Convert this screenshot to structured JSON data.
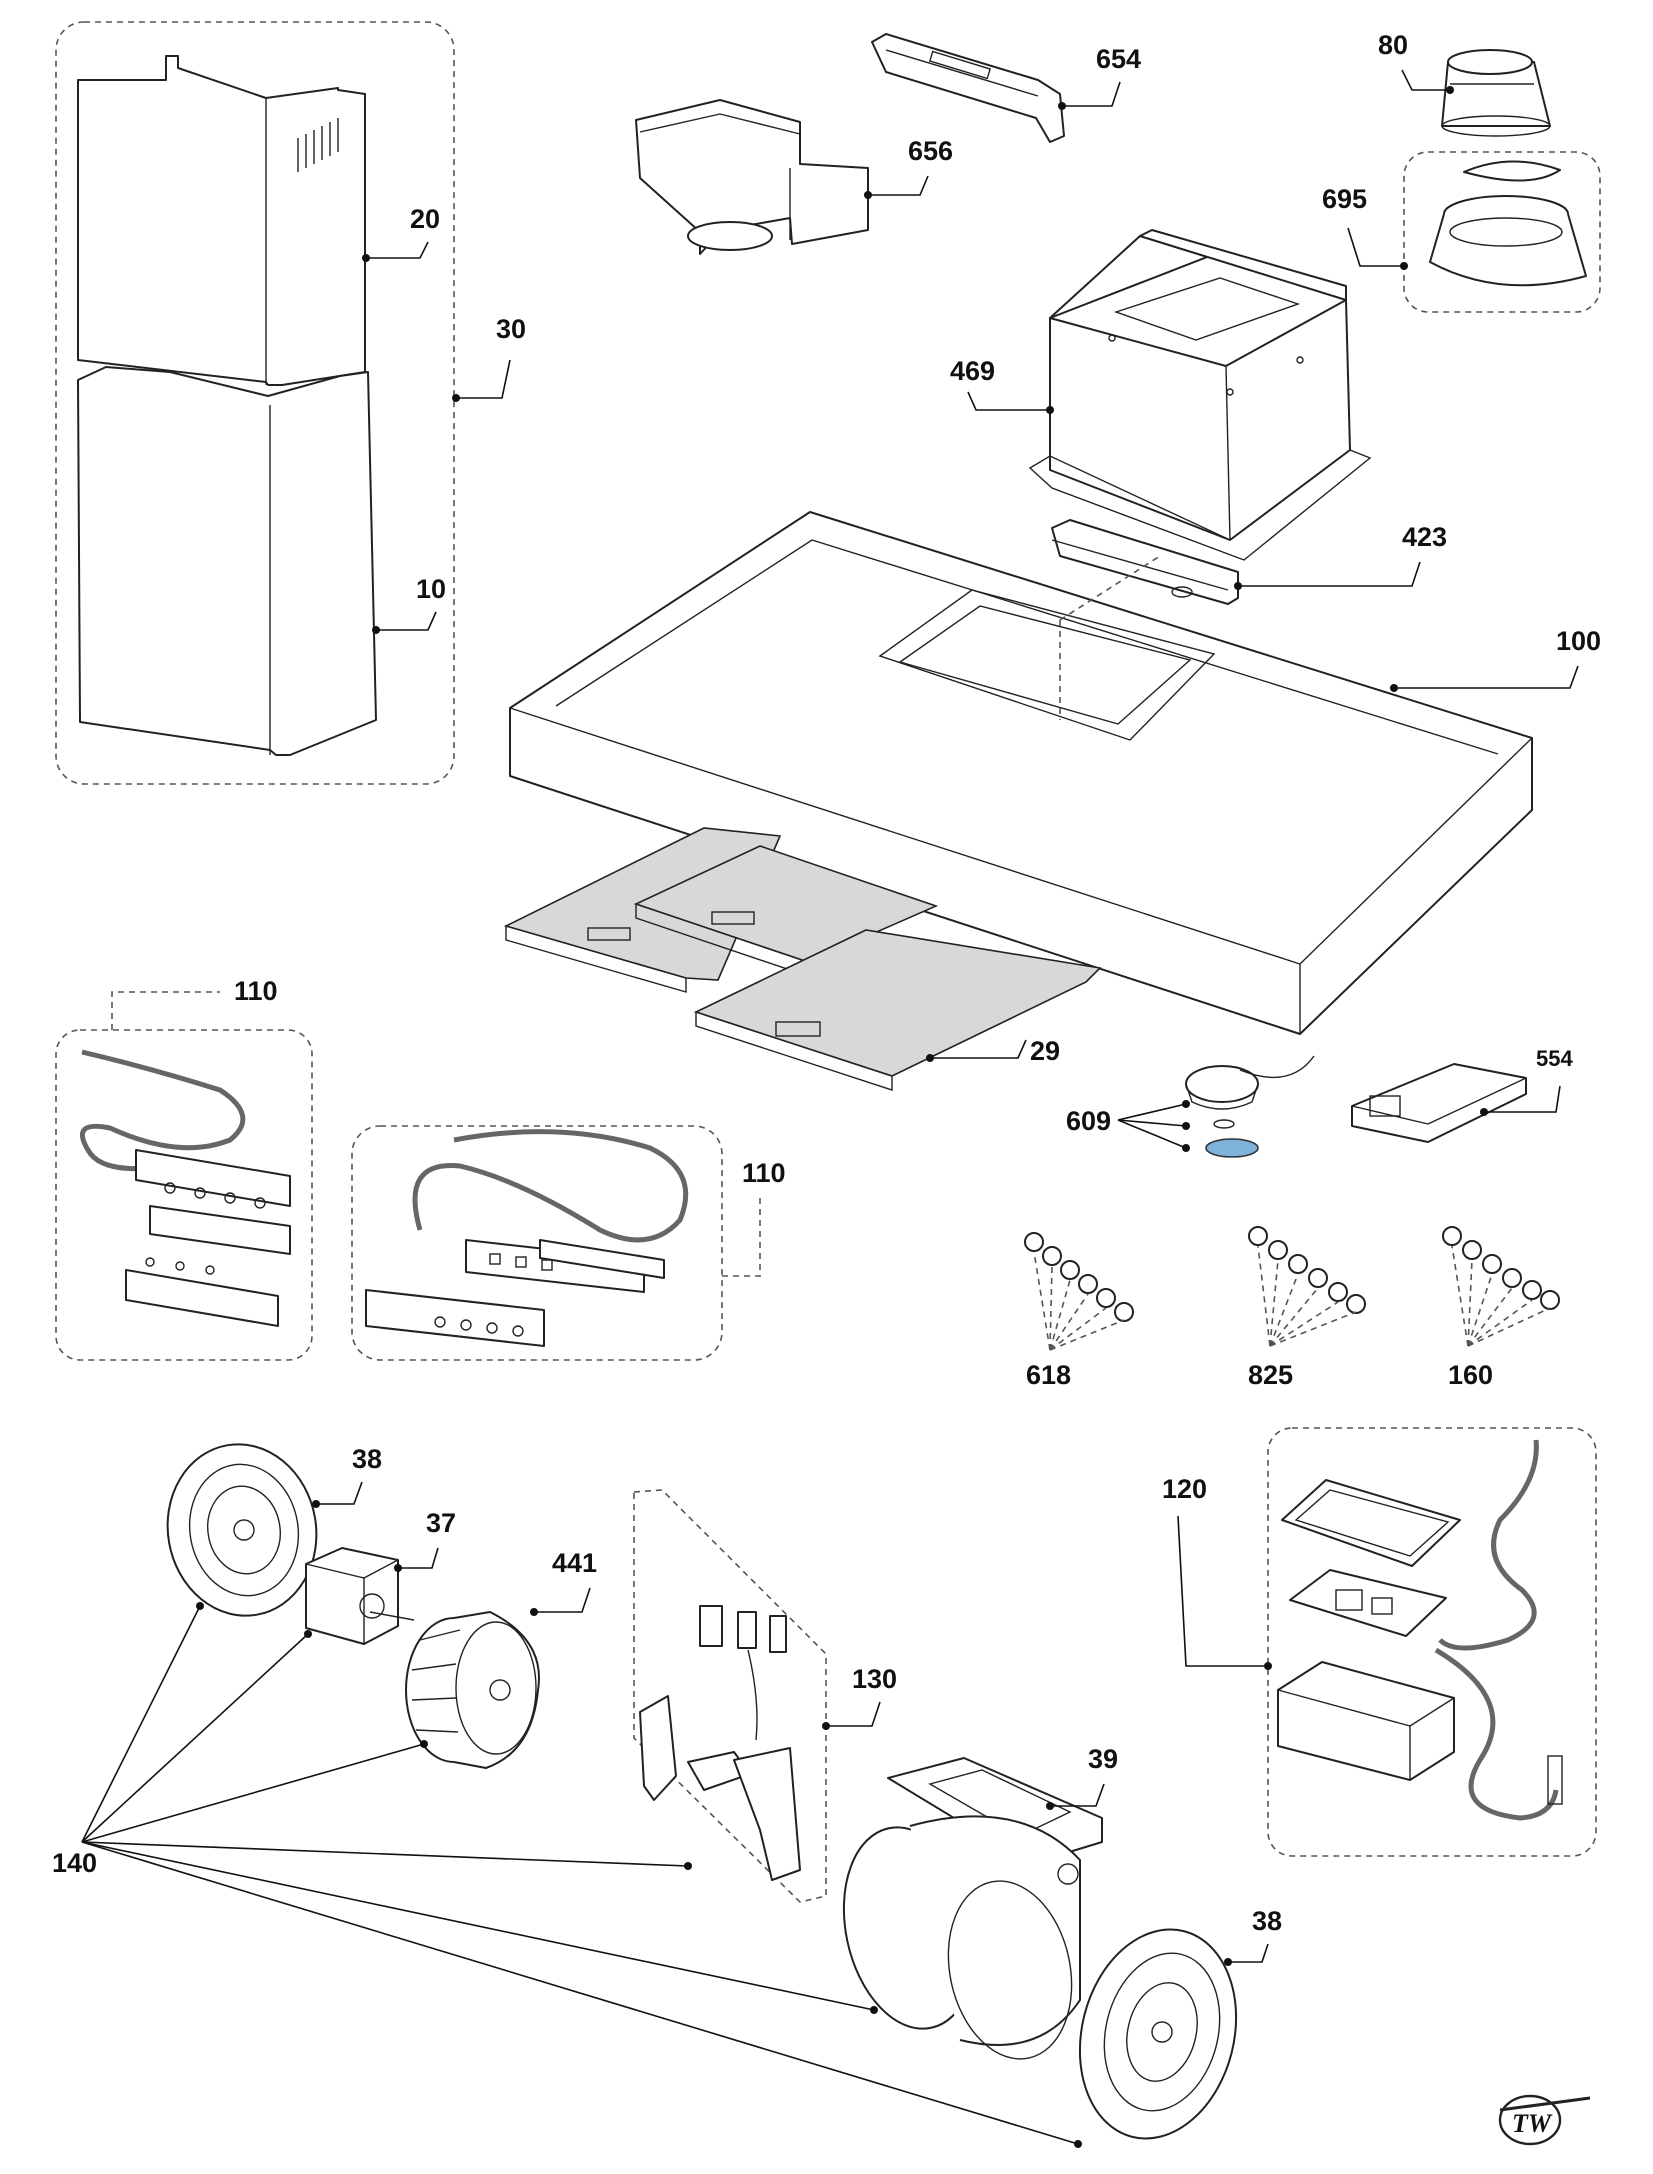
{
  "diagram": {
    "labels": {
      "p10": "10",
      "p20": "20",
      "p30": "30",
      "p654": "654",
      "p656": "656",
      "p80": "80",
      "p695": "695",
      "p469": "469",
      "p423": "423",
      "p100": "100",
      "p29": "29",
      "p554": "554",
      "p609": "609",
      "p110a": "110",
      "p110b": "110",
      "p618": "618",
      "p825": "825",
      "p160": "160",
      "p120": "120",
      "p38a": "38",
      "p37": "37",
      "p441": "441",
      "p130": "130",
      "p39": "39",
      "p38b": "38",
      "p140": "140"
    },
    "logo_text": "TW"
  }
}
